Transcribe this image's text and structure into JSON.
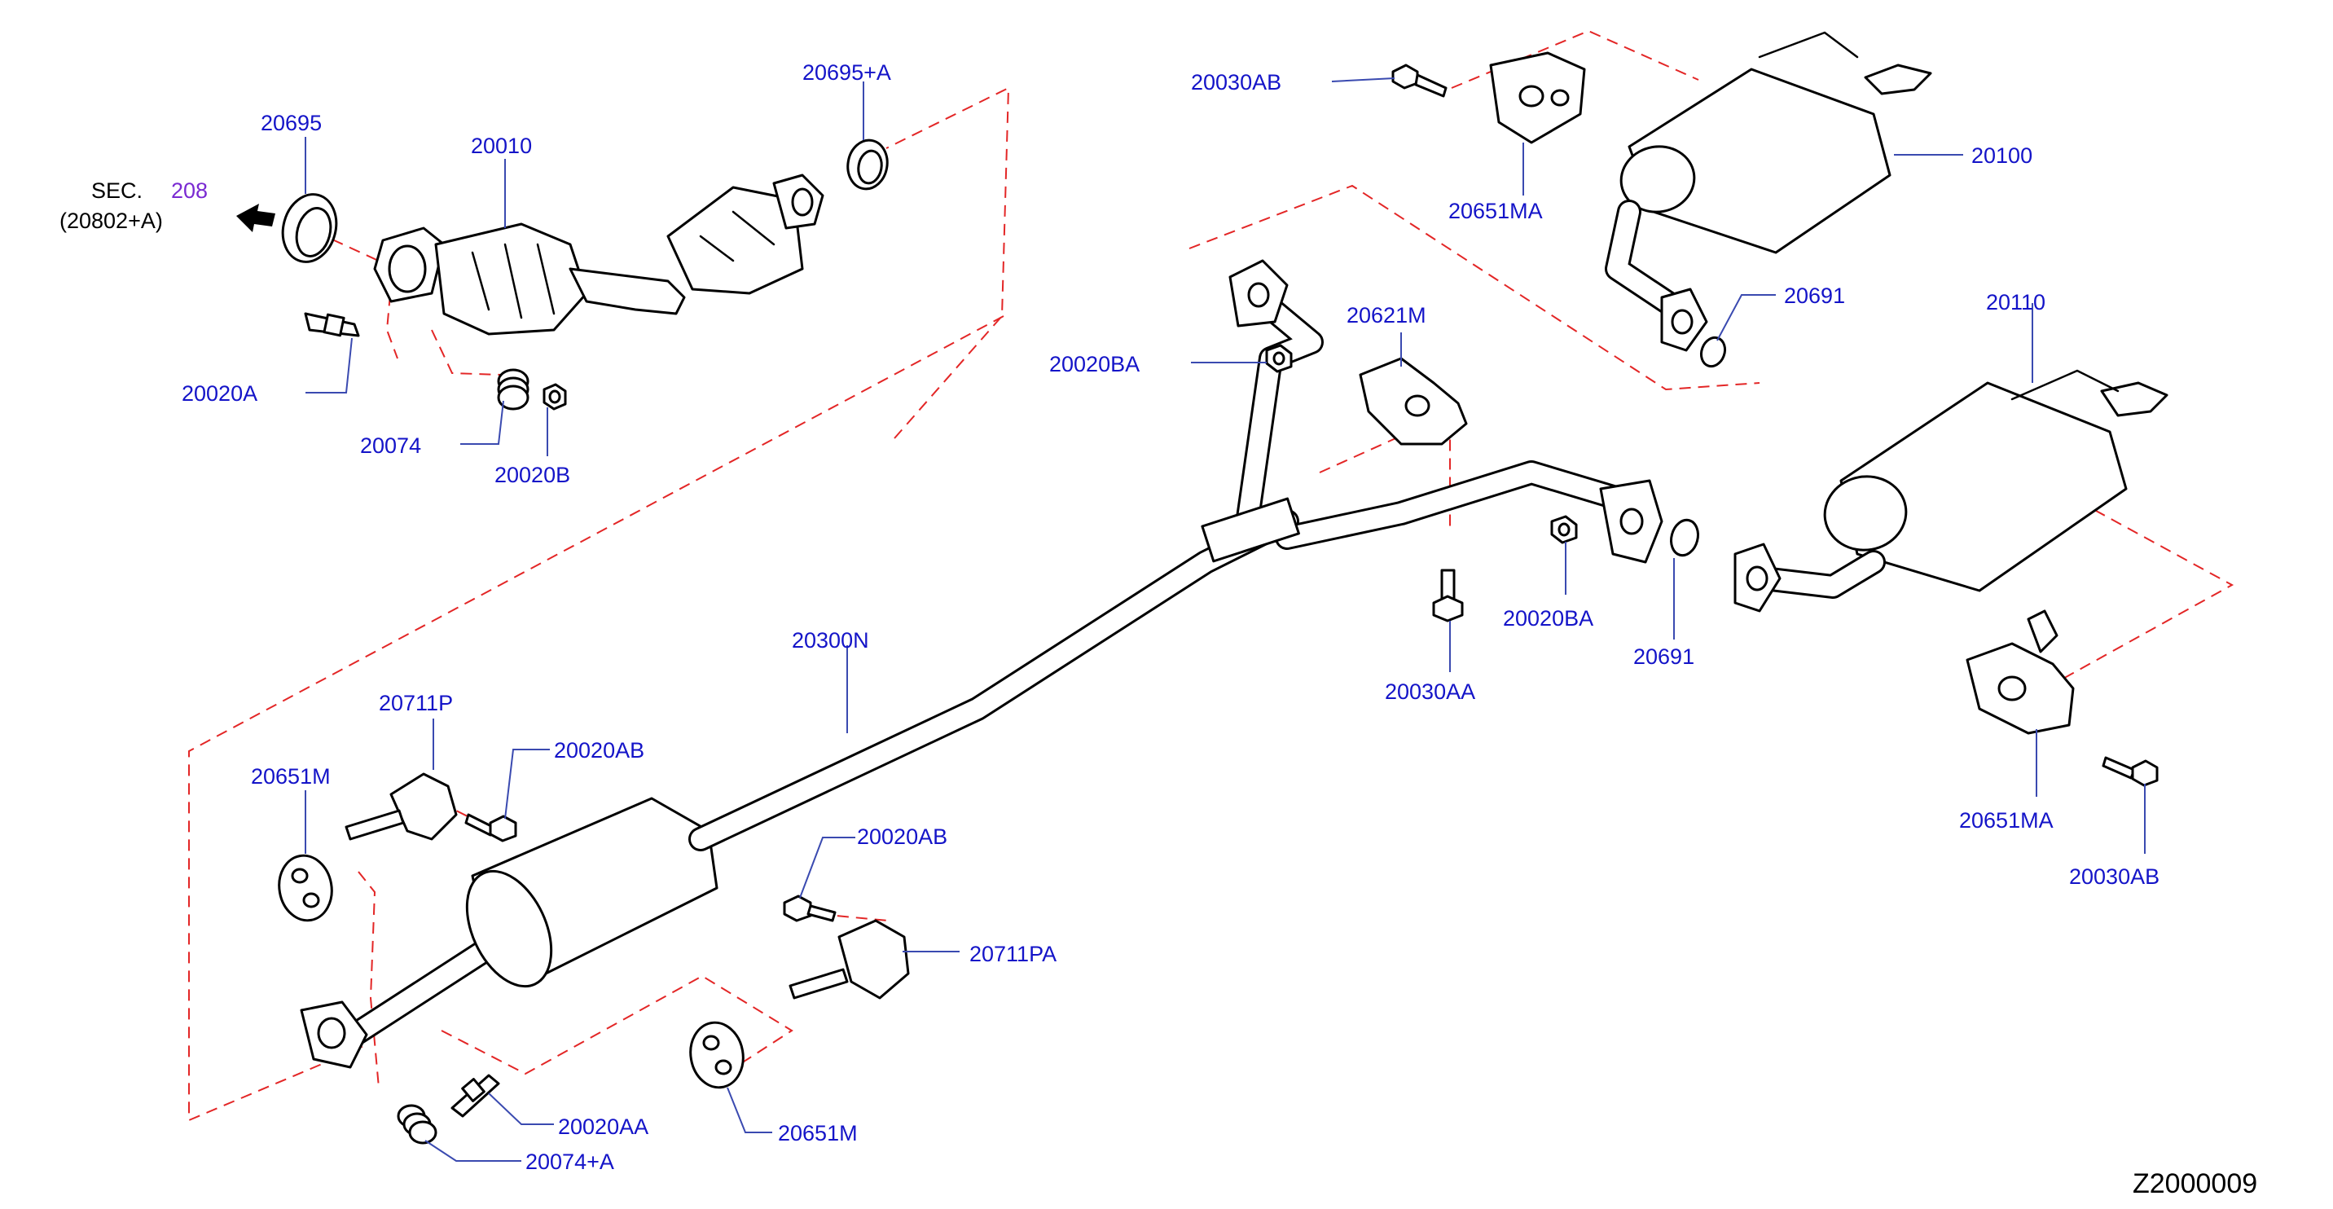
{
  "section_ref": {
    "prefix": "SEC.",
    "number": "208",
    "sub": "(20802+A)"
  },
  "diagram_code": "Z2000009",
  "colors": {
    "label": "#1414c8",
    "dashed_line": "#e32626",
    "leader": "#3a4ab0",
    "section_number": "#7a2ad2"
  },
  "labels": {
    "p20695": "20695",
    "p20010": "20010",
    "p20695a": "20695+A",
    "p20020a": "20020A",
    "p20074": "20074",
    "p20020b": "20020B",
    "p20030ab_top": "20030AB",
    "p20651ma_top": "20651MA",
    "p20100": "20100",
    "p20691_top": "20691",
    "p20621m": "20621M",
    "p20020ba_left": "20020BA",
    "p20110": "20110",
    "p20020ba_mid": "20020BA",
    "p20030aa": "20030AA",
    "p20691_mid": "20691",
    "p20300n": "20300N",
    "p20711p": "20711P",
    "p20020ab_top": "20020AB",
    "p20651m_left": "20651M",
    "p20020ab_mid": "20020AB",
    "p20711pa": "20711PA",
    "p20651ma_right": "20651MA",
    "p20030ab_right": "20030AB",
    "p20020aa": "20020AA",
    "p20074a": "20074+A",
    "p20651m_bottom": "20651M"
  }
}
